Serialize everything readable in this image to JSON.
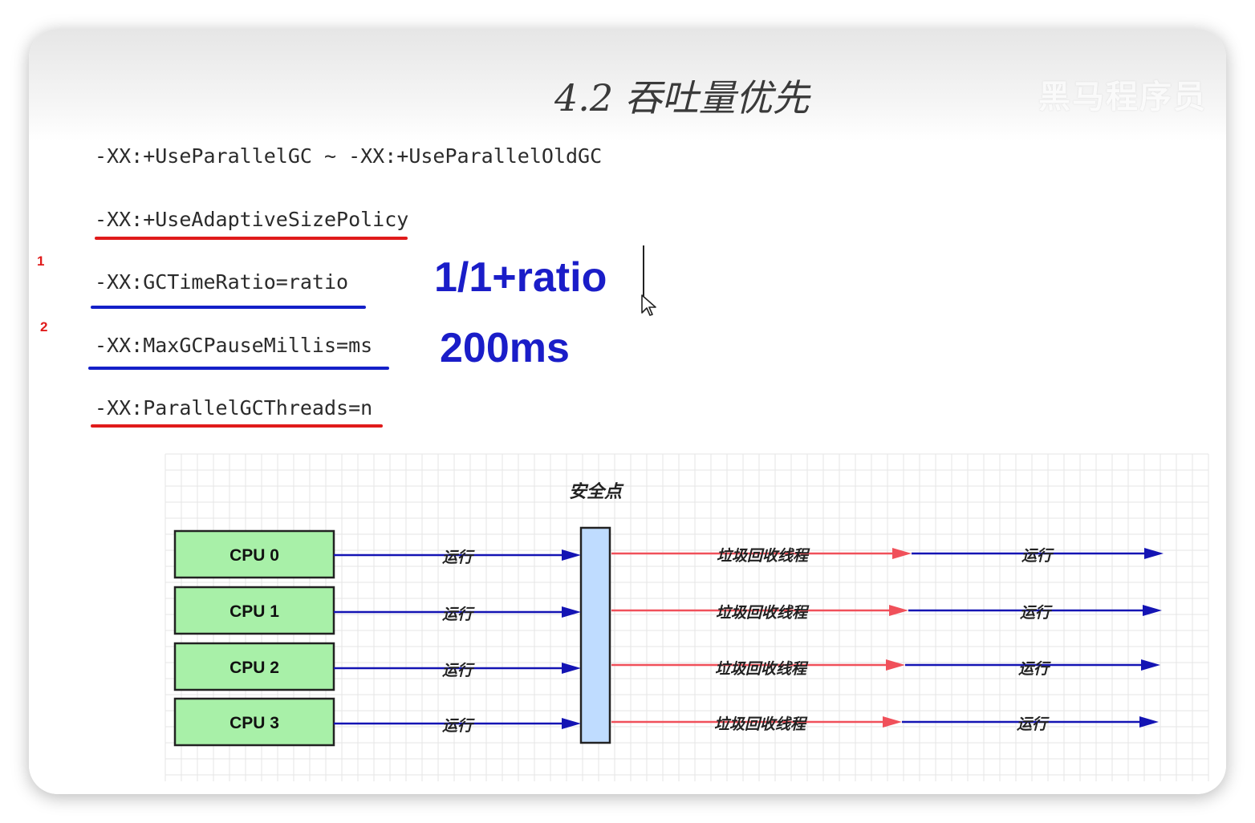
{
  "slide": {
    "title": "4.2 吞吐量优先",
    "watermark": "黑马程序员"
  },
  "flags": [
    {
      "text": "-XX:+UseParallelGC ~ -XX:+UseParallelOldGC",
      "underline": null
    },
    {
      "text": "-XX:+UseAdaptiveSizePolicy",
      "underline": "#e01b1b"
    },
    {
      "text": "-XX:GCTimeRatio=ratio",
      "underline": "#1420c8",
      "marker": "1"
    },
    {
      "text": "-XX:MaxGCPauseMillis=ms",
      "underline": "#1420c8",
      "marker": "2"
    },
    {
      "text": "-XX:ParallelGCThreads=n",
      "underline": "#e01b1b"
    }
  ],
  "annotations": {
    "ratio_formula": "1/1+ratio",
    "pause_value": "200ms"
  },
  "diagram": {
    "safepoint_label": "安全点",
    "cpus": [
      "CPU 0",
      "CPU 1",
      "CPU 2",
      "CPU 3"
    ],
    "run_label": "运行",
    "gc_label": "垃圾回收线程",
    "colors": {
      "cpu_fill": "#a8f0a8",
      "safepoint_fill": "#bfdcff",
      "run_arrow": "#1414b4",
      "gc_arrow": "#f0505a",
      "grid": "#e6e6e6"
    }
  }
}
